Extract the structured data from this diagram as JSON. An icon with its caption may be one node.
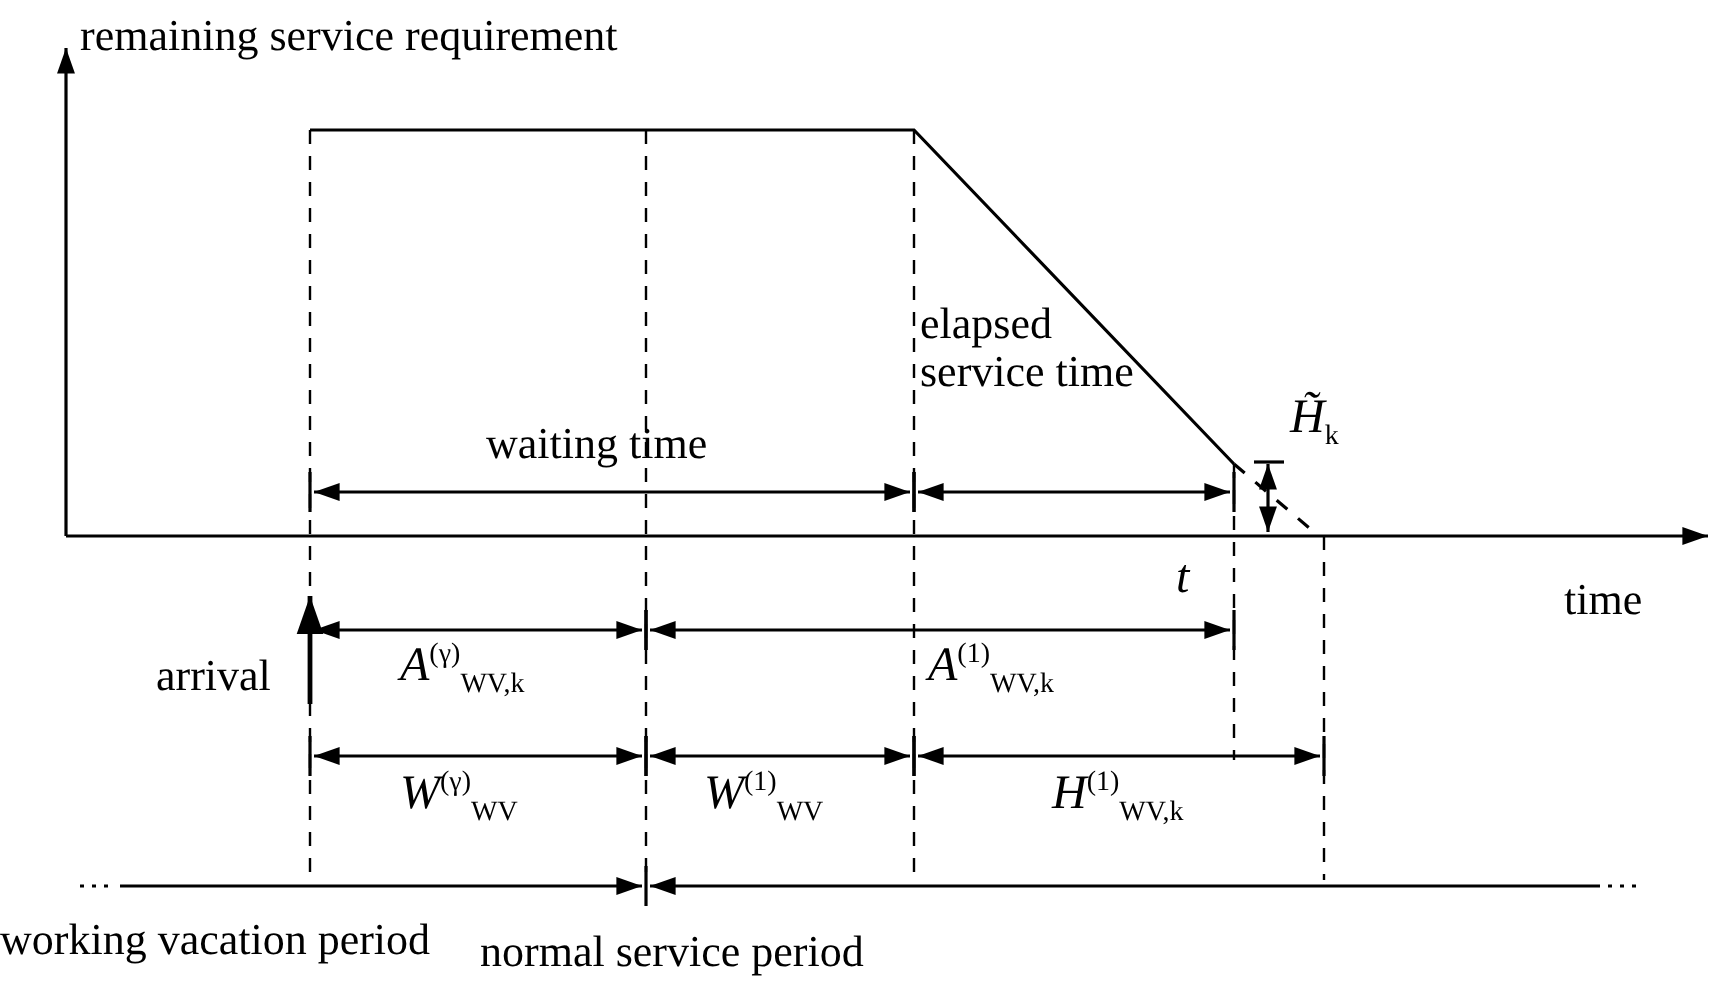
{
  "diagram": {
    "labels": [
      "remaining service requirement",
      "elapsed service time",
      "waiting time",
      "*H̃*$_{k}$",
      "*t*",
      "time",
      "arrival",
      "*A*$^{(γ)}$$_{WV,k}$",
      "*A*$^{(1)}$$_{WV,k}$",
      "*W*$^{(γ)}$$_{WV}$",
      "*W*$^{(1)}$$_{WV}$",
      "*H*$^{(1)}$$_{WV,k}$",
      "working vacation period",
      "normal service period"
    ]
  }
}
